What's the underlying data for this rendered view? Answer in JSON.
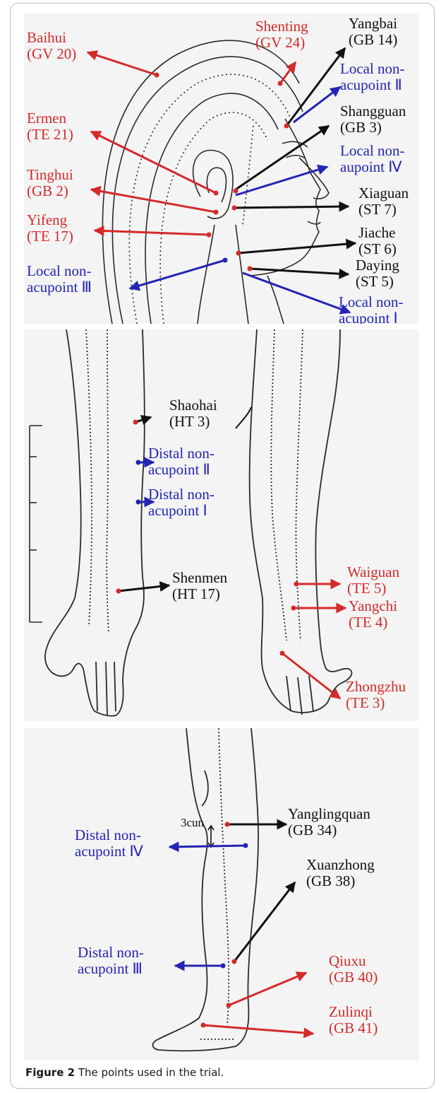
{
  "colors": {
    "red": "#d42a2a",
    "black": "#111111",
    "blue": "#2424b4",
    "outline": "#2a2a2a"
  },
  "face_labels": {
    "baihui": [
      "Baihui",
      "(GV 20)"
    ],
    "shenting": [
      "Shenting",
      "(GV 24)"
    ],
    "yangbai": [
      "Yangbai",
      "(GB 14)"
    ],
    "local2": [
      "Local non-",
      "acupoint Ⅱ"
    ],
    "ermen": [
      "Ermen",
      "(TE 21)"
    ],
    "shangguan": [
      "Shangguan",
      "(GB 3)"
    ],
    "local4": [
      "Local non-",
      "aupoint Ⅳ"
    ],
    "tinghui": [
      "Tinghui",
      "(GB 2)"
    ],
    "xiaguan": [
      "Xiaguan",
      "(ST 7)"
    ],
    "yifeng": [
      "Yifeng",
      "(TE 17)"
    ],
    "jiache": [
      "Jiache",
      "(ST 6)"
    ],
    "local3": [
      "Local non-",
      "acupoint Ⅲ"
    ],
    "daying": [
      "Daying",
      "(ST 5)"
    ],
    "local1": [
      "Local non-",
      "acupoint Ⅰ"
    ]
  },
  "arm_labels": {
    "shaohai": [
      "Shaohai",
      "(HT 3)"
    ],
    "distal2": [
      "Distal non-",
      "acupoint Ⅱ"
    ],
    "distal1": [
      "Distal non-",
      "acupoint Ⅰ"
    ],
    "shenmen": [
      "Shenmen",
      "(HT 17)"
    ],
    "waiguan": [
      "Waiguan",
      "(TE 5)"
    ],
    "yangchi": [
      "Yangchi",
      "(TE 4)"
    ],
    "zhongzhu": [
      "Zhongzhu",
      "(TE 3)"
    ]
  },
  "leg_labels": {
    "yanglingquan": [
      "Yanglingquan",
      "(GB 34)"
    ],
    "cun": "3cun",
    "distal4": [
      "Distal non-",
      "acupoint Ⅳ"
    ],
    "xuanzhong": [
      "Xuanzhong",
      "(GB 38)"
    ],
    "distal3": [
      "Distal non-",
      "acupoint Ⅲ"
    ],
    "qiuxu": [
      "Qiuxu",
      "(GB 40)"
    ],
    "zulinqi": [
      "Zulinqi",
      "(GB 41)"
    ]
  },
  "caption": {
    "label": "Figure 2",
    "text": " The points used in the trial."
  }
}
